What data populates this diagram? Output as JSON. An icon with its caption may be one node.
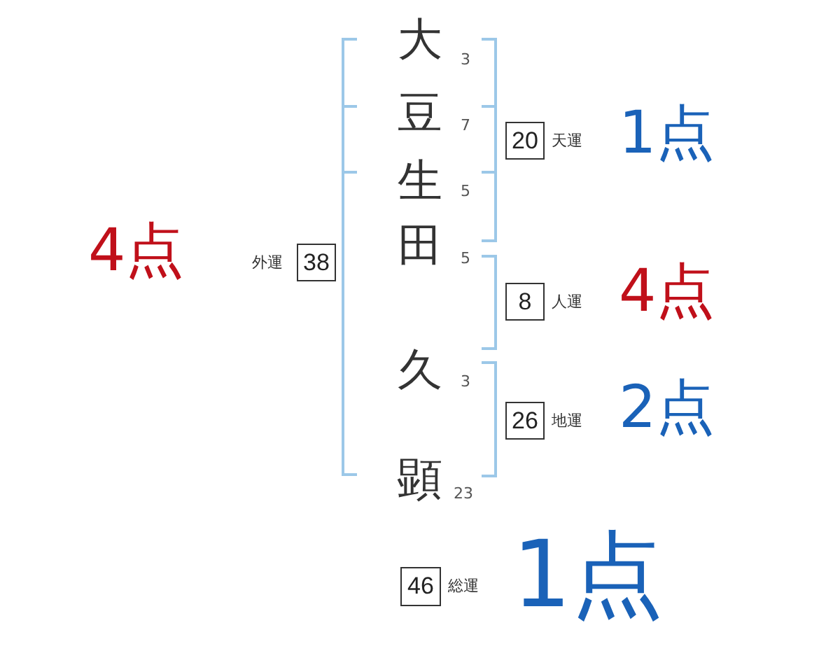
{
  "diagram": {
    "nodes": [
      {
        "text": [
          "20"
        ],
        "beside": [
          "天運",
          "1点"
        ]
      },
      {
        "text": [
          "38"
        ],
        "beside": [
          "外運",
          "4点"
        ]
      },
      {
        "text": [
          "8"
        ],
        "beside": [
          "人運",
          "4点"
        ]
      },
      {
        "text": [
          "26"
        ],
        "beside": [
          "地運",
          "2点"
        ]
      },
      {
        "text": [
          "46"
        ],
        "beside": [
          "総運",
          "1点"
        ]
      }
    ],
    "labels": [
      "大",
      "3",
      "豆",
      "7",
      "生",
      "5",
      "田",
      "5",
      "久",
      "3",
      "顕",
      "23"
    ]
  }
}
